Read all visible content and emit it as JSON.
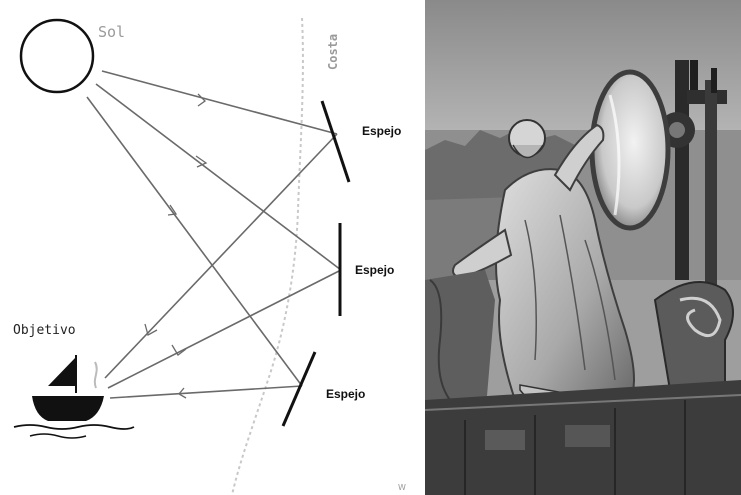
{
  "diagram": {
    "sun_label": "Sol",
    "coast_label": "Costa",
    "mirror_labels": [
      "Espejo",
      "Espejo",
      "Espejo"
    ],
    "target_label": "Objetivo",
    "corner_mark": "W"
  },
  "illustration": {
    "subject": "engraving-archimedes-mirror"
  }
}
